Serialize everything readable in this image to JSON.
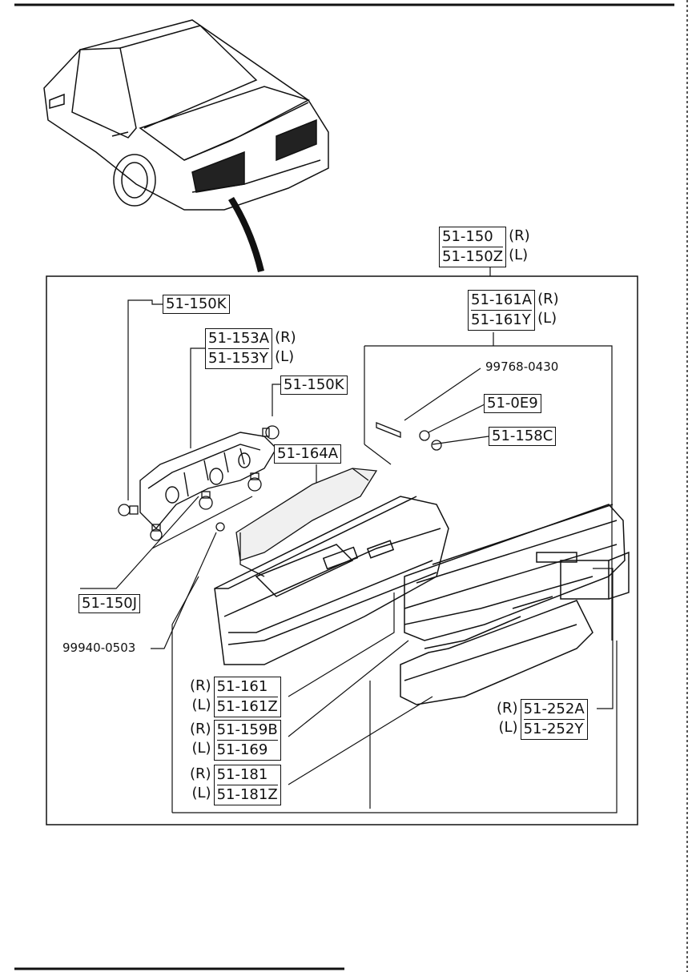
{
  "labels": {
    "assy_r": "51-150",
    "assy_l": "51-150Z",
    "r": "(R)",
    "l": "(L)",
    "lens_r": "51-161A",
    "lens_l": "51-161Y",
    "socket_k1": "51-150K",
    "socket_k2": "51-150K",
    "housing_r": "51-153A",
    "housing_l": "51-153Y",
    "gasket": "51-164A",
    "screw": "99768-0430",
    "nut": "51-0E9",
    "clip": "51-158C",
    "bulb": "51-150J",
    "screw2": "99940-0503",
    "garnish_r": "51-161",
    "garnish_l": "51-161Z",
    "reflector_r": "51-159B",
    "reflector_l": "51-169",
    "lamp_r": "51-181",
    "lamp_l": "51-181Z",
    "module_r": "51-252A",
    "module_l": "51-252Y"
  },
  "colors": {
    "ink": "#111111",
    "paper": "#ffffff"
  }
}
